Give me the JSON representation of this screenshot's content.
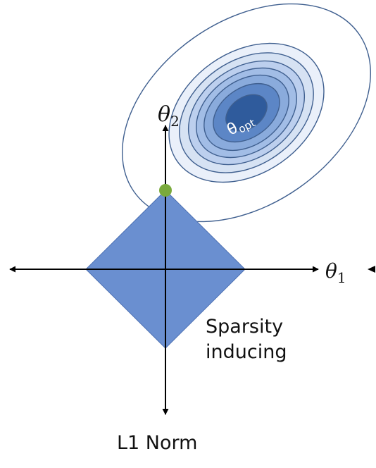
{
  "labels": {
    "theta2": "θ",
    "theta2_sub": "2",
    "theta1": "θ",
    "theta1_sub": "1",
    "theta_opt": "θ",
    "theta_opt_sub": "opt",
    "sparsity_line1": "Sparsity",
    "sparsity_line2": "inducing",
    "norm_title": "L1 Norm"
  },
  "colors": {
    "contour_stroke": "#3f5f8f",
    "contour_fills": [
      "#ffffff",
      "#eaf0fa",
      "#d6e2f3",
      "#bccfee",
      "#a2bde6",
      "#8aabdc",
      "#5c86c6",
      "#2f5b9c"
    ],
    "diamond_fill": "#6a8fd0",
    "diamond_stroke": "#4d71b3",
    "axis": "#000000",
    "touch_point": "#7aaa3c"
  }
}
